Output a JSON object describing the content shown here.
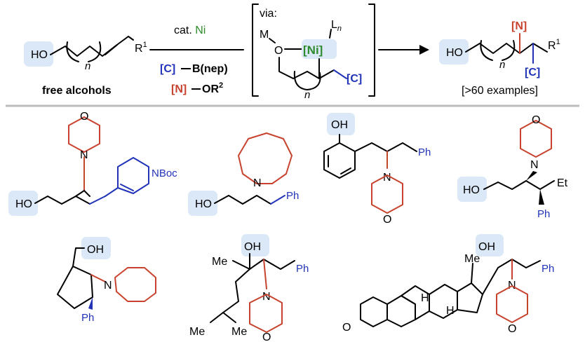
{
  "colors": {
    "n_red": "#c8432e",
    "c_blue": "#2233b8",
    "ni_green": "#2e8b2e",
    "highlight": "#dbe8f7"
  },
  "scheme": {
    "reactant": {
      "ho": "HO",
      "n": "n",
      "r1": "R",
      "r1_sup": "1",
      "label": "free alcohols"
    },
    "conditions": {
      "cat_prefix": "cat. ",
      "cat_metal": "Ni",
      "c_reagent": "[C]",
      "b_part": "B(nep)",
      "n_reagent": "[N]",
      "or2": "OR",
      "or2_sup": "2"
    },
    "intermediate": {
      "via": "via:",
      "m": "M",
      "o": "O",
      "ni": "[Ni]",
      "l": "L",
      "l_sub": "n",
      "n": "n",
      "c": "[C]"
    },
    "product": {
      "ho": "HO",
      "n_label": "[N]",
      "c_label": "[C]",
      "r1": "R",
      "r1_sup": "1",
      "n": "n",
      "examples": "[>60 examples]"
    }
  },
  "examples": {
    "e1": {
      "o": "O",
      "n": "N",
      "nboc": "NBoc",
      "ho": "HO"
    },
    "e2": {
      "n": "N",
      "ho": "HO",
      "ph": "Ph"
    },
    "e3": {
      "oh": "OH",
      "ph": "Ph",
      "n": "N",
      "o": "O"
    },
    "e4": {
      "o": "O",
      "n": "N",
      "et": "Et",
      "ho": "HO",
      "ph": "Ph"
    },
    "e5": {
      "oh": "OH",
      "n": "N",
      "ph": "Ph"
    },
    "e6": {
      "me": "Me",
      "oh": "OH",
      "ph": "Ph",
      "n": "N",
      "o": "O",
      "me2": "Me",
      "me3": "Me"
    },
    "e7": {
      "me": "Me",
      "oh": "OH",
      "h1": "H",
      "h2": "H",
      "ph": "Ph",
      "n": "N",
      "o": "O",
      "ketone_o": "O"
    }
  }
}
